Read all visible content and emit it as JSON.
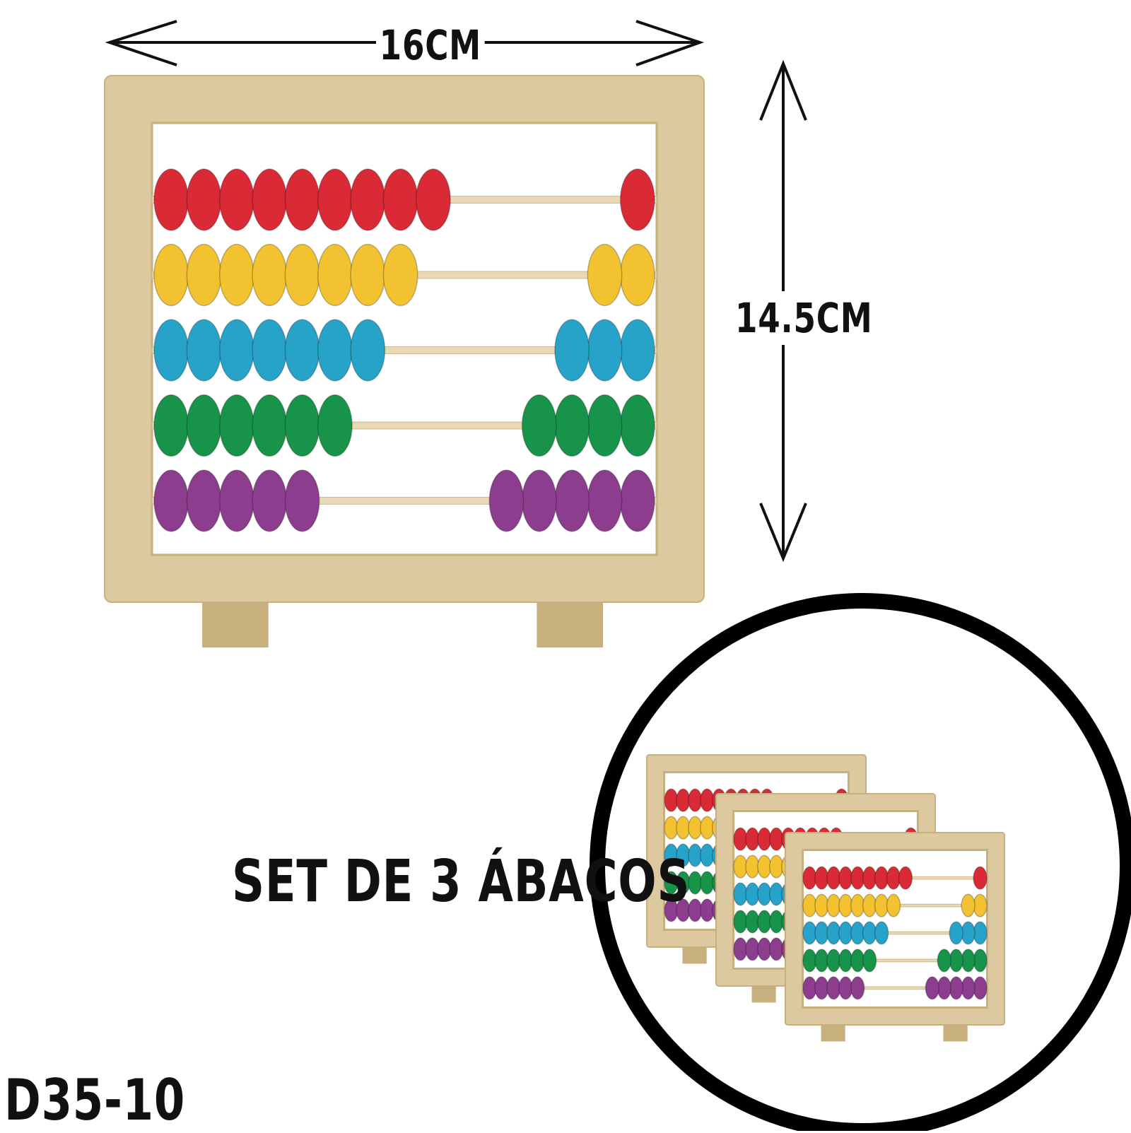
{
  "dimensions": {
    "width_label": "16CM",
    "height_label": "14.5CM"
  },
  "caption": "SET DE 3 ÁBACOS",
  "product_code": "D35-10",
  "colors": {
    "wood": "#dcc9a0",
    "wood_dark": "#c8b07e",
    "rod": "#ead9b5",
    "ring": "#000000",
    "text": "#111111",
    "red": "#d92a35",
    "yellow": "#f2c230",
    "blue": "#27a3c9",
    "green": "#17944a",
    "purple": "#8c3d8e"
  },
  "abacus": {
    "rows": [
      {
        "color": "red",
        "left_beads": 9,
        "right_beads": 1
      },
      {
        "color": "yellow",
        "left_beads": 8,
        "right_beads": 2
      },
      {
        "color": "blue",
        "left_beads": 7,
        "right_beads": 3
      },
      {
        "color": "green",
        "left_beads": 6,
        "right_beads": 4
      },
      {
        "color": "purple",
        "left_beads": 5,
        "right_beads": 5
      }
    ]
  },
  "set_count": 3
}
